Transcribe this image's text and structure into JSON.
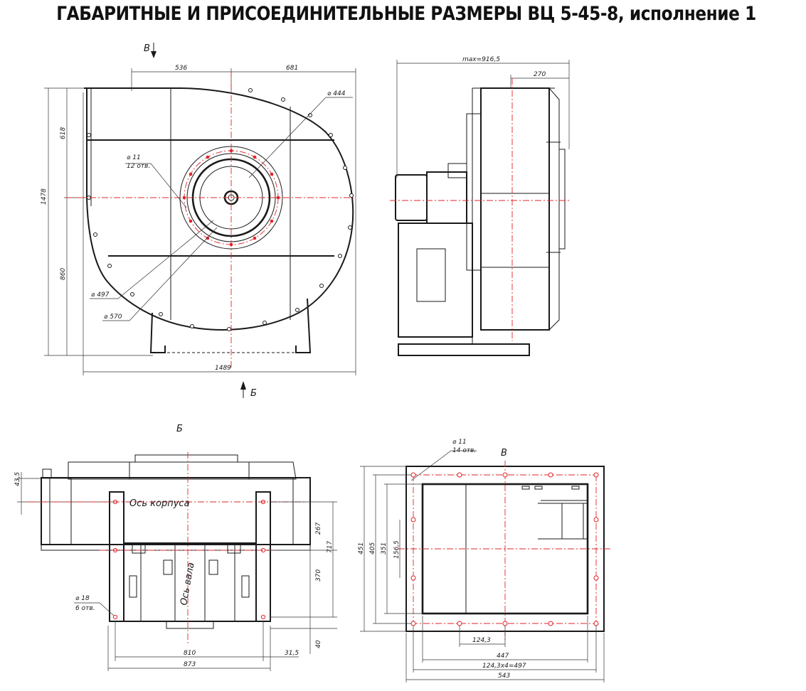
{
  "title": "ГАБАРИТНЫЕ И ПРИСОЕДИНИТЕЛЬНЫЕ РАЗМЕРЫ ВЦ 5-45-8, исполнение 1",
  "front_view": {
    "view_b_arrow": "В",
    "view_b2_arrow": "Б",
    "dim_536": "536",
    "dim_681": "681",
    "dim_618": "618",
    "dim_1478": "1478",
    "dim_860": "860",
    "dim_1489": "1489",
    "dia_444": "⌀ 444",
    "dia_11": "⌀ 11",
    "holes_12": "12 отв.",
    "dia_497": "⌀ 497",
    "dia_570": "⌀ 570"
  },
  "side_view": {
    "dim_max": "max=916,5",
    "dim_270": "270"
  },
  "bottom_view": {
    "view_label": "Б",
    "dim_43_5": "43,5",
    "axis_body": "Ось корпуса",
    "axis_shaft": "Ось вала",
    "dim_267": "267",
    "dim_717": "717",
    "dim_370": "370",
    "dim_40": "40",
    "dia_18": "⌀ 18",
    "holes_6": "6 отв.",
    "dim_810": "810",
    "dim_31_5": "31,5",
    "dim_873": "873"
  },
  "flange_view": {
    "view_label": "В",
    "dia_11": "⌀ 11",
    "holes_14": "14 отв.",
    "dim_451": "451",
    "dim_405": "405",
    "dim_351": "351",
    "dim_156_5": "156,5",
    "dim_124_3": "124,3",
    "dim_447": "447",
    "dim_497": "124,3x4=497",
    "dim_543": "543"
  }
}
